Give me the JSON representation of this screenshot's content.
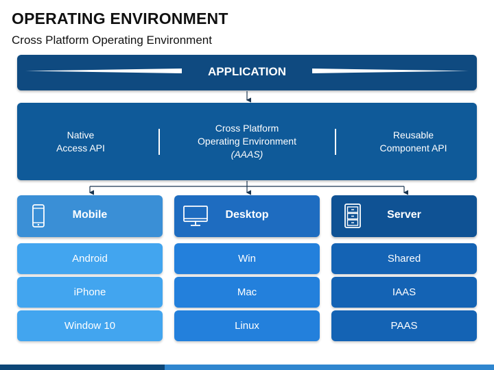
{
  "header": {
    "title": "OPERATING ENVIRONMENT",
    "subtitle": "Cross Platform Operating Environment"
  },
  "application": {
    "label": "APPLICATION"
  },
  "environment": {
    "left": [
      "Native",
      "Access API"
    ],
    "center": [
      "Cross Platform",
      "Operating Environment",
      "(AAAS)"
    ],
    "right": [
      "Reusable",
      "Component API"
    ]
  },
  "columns": [
    {
      "label": "Mobile",
      "icon": "smartphone-icon",
      "head_color": "#3a8fd6",
      "item_color": "#42a5ef",
      "items": [
        "Android",
        "iPhone",
        "Window 10"
      ]
    },
    {
      "label": "Desktop",
      "icon": "monitor-icon",
      "head_color": "#1e6cc0",
      "item_color": "#2380dc",
      "items": [
        "Win",
        "Mac",
        "Linux"
      ]
    },
    {
      "label": "Server",
      "icon": "server-cabinet-icon",
      "head_color": "#0f5294",
      "item_color": "#1463b4",
      "items": [
        "Shared",
        "IAAS",
        "PAAS"
      ]
    }
  ],
  "colors": {
    "navy": "#0f4a80",
    "env": "#0f5a99",
    "connector": "#1a3550"
  }
}
